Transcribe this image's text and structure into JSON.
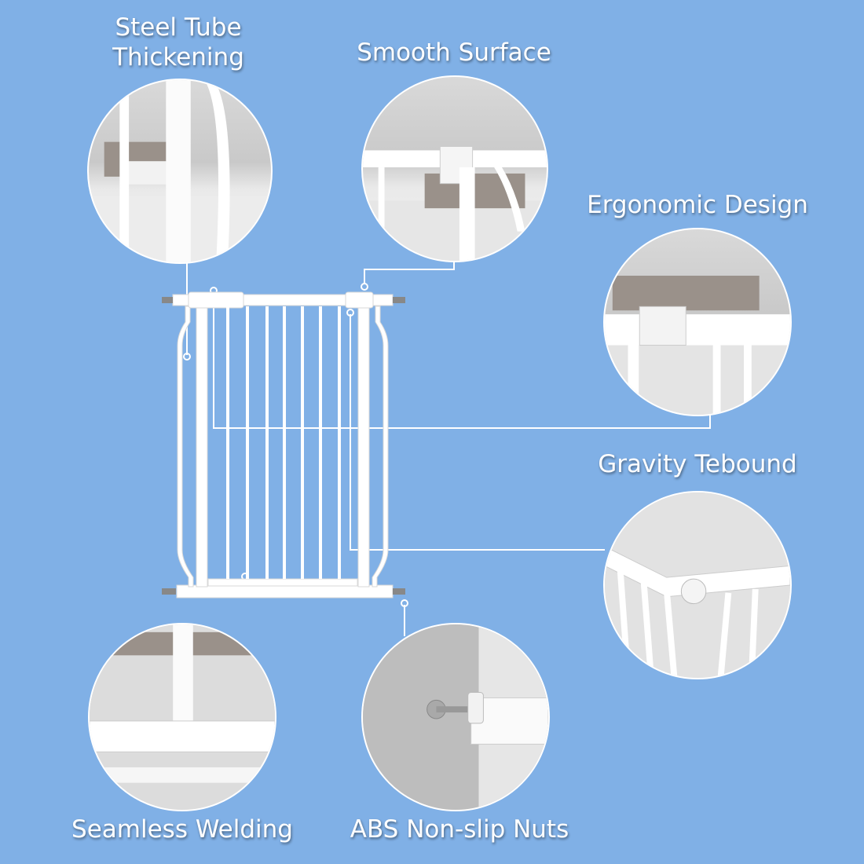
{
  "features": [
    {
      "id": "steel-tube",
      "label_line1": "Steel Tube",
      "label_line2": "Thickening"
    },
    {
      "id": "smooth-surface",
      "label": "Smooth Surface"
    },
    {
      "id": "ergonomic-design",
      "label": "Ergonomic Design"
    },
    {
      "id": "gravity-rebound",
      "label": "Gravity Tebound"
    },
    {
      "id": "seamless-welding",
      "label": "Seamless Welding"
    },
    {
      "id": "abs-nuts",
      "label": "ABS Non-slip Nuts"
    }
  ],
  "colors": {
    "background": "#80b0e6",
    "gate": "#ffffff",
    "connector": "#ffffff"
  }
}
